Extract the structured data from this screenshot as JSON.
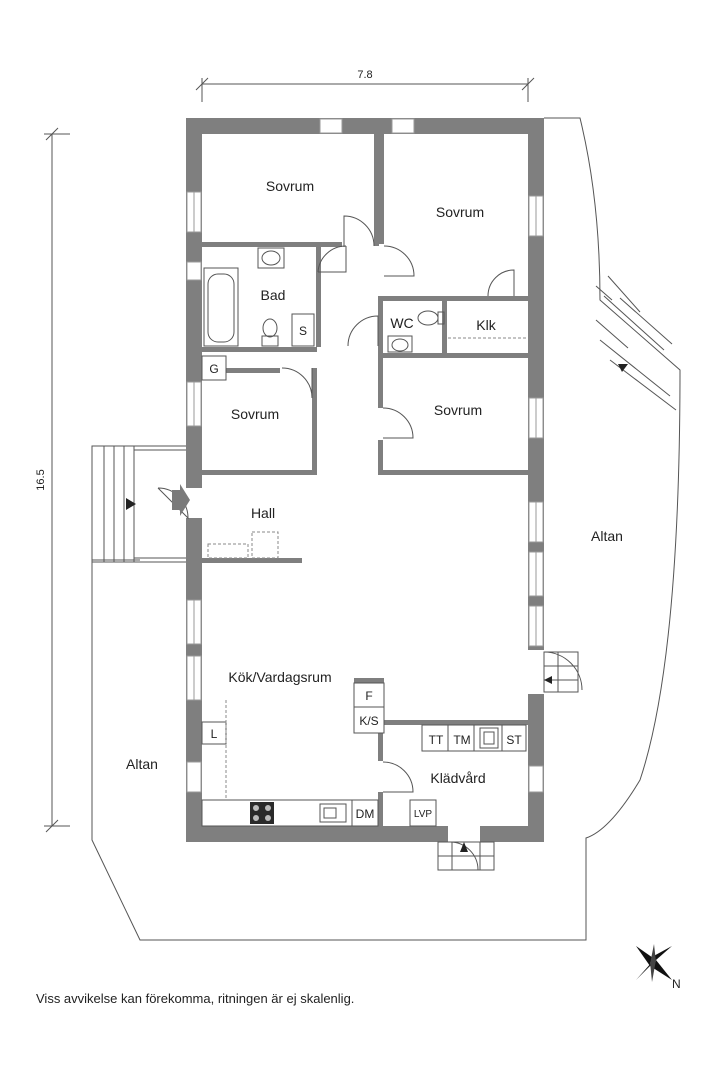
{
  "dimensions": {
    "width": "7.8",
    "height": "16.5"
  },
  "rooms": {
    "sovrum_nw": "Sovrum",
    "sovrum_ne": "Sovrum",
    "bad": "Bad",
    "wc": "WC",
    "klk": "Klk",
    "sovrum_w": "Sovrum",
    "sovrum_e": "Sovrum",
    "hall": "Hall",
    "altan_e": "Altan",
    "kok": "Kök/Vardagsrum",
    "altan_w": "Altan",
    "kladvard": "Klädvård"
  },
  "fixtures": {
    "s": "S",
    "g": "G",
    "f": "F",
    "ks": "K/S",
    "l": "L",
    "tt": "TT",
    "tm": "TM",
    "st": "ST",
    "dm": "DM",
    "lvp": "LVP"
  },
  "compass": {
    "north": "N"
  },
  "disclaimer": "Viss avvikelse kan förekomma, ritningen är ej skalenlig.",
  "colors": {
    "wall": "#7f7f7f",
    "background": "#ffffff",
    "line": "#555555"
  }
}
